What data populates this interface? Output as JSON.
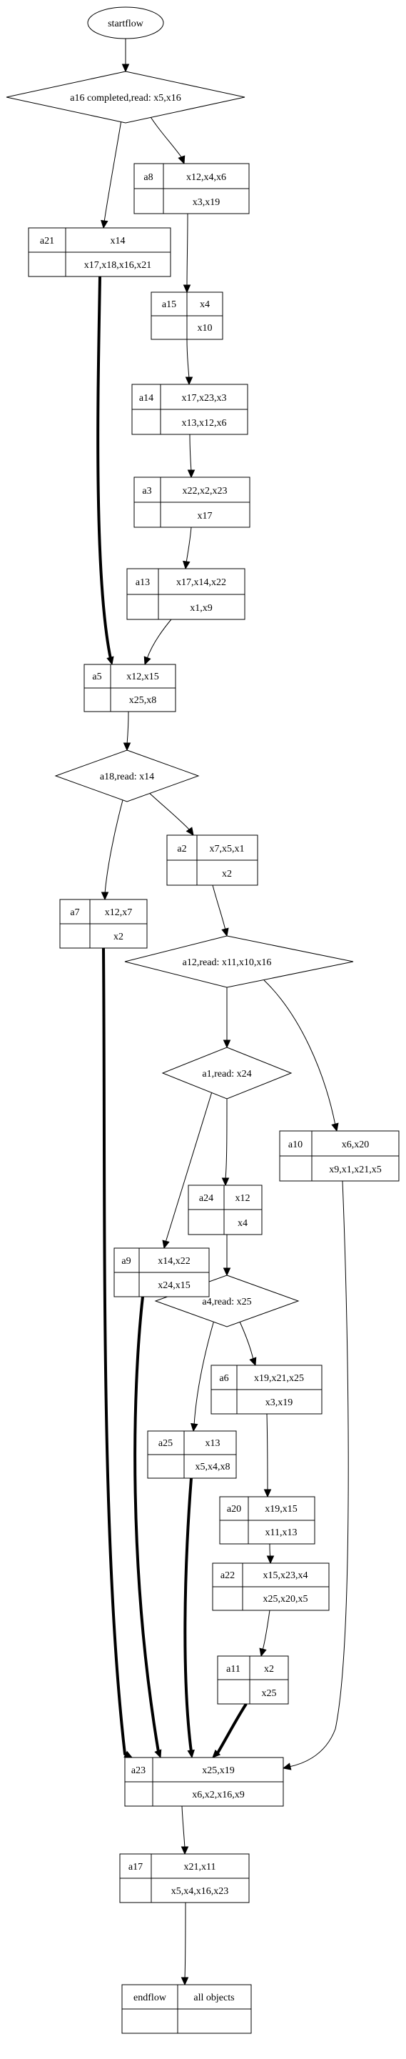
{
  "diagram": {
    "start": "startflow",
    "decisions": {
      "a16": "a16 completed,read: x5,x16",
      "a18": "a18,read: x14",
      "a12": "a12,read: x11,x10,x16",
      "a1": "a1,read: x24",
      "a4": "a4,read: x25"
    },
    "nodes": {
      "a8": {
        "id": "a8",
        "top": "x12,x4,x6",
        "bottom": "x3,x19"
      },
      "a21": {
        "id": "a21",
        "top": "x14",
        "bottom": "x17,x18,x16,x21"
      },
      "a15": {
        "id": "a15",
        "top": "x4",
        "bottom": "x10"
      },
      "a14": {
        "id": "a14",
        "top": "x17,x23,x3",
        "bottom": "x13,x12,x6"
      },
      "a3": {
        "id": "a3",
        "top": "x22,x2,x23",
        "bottom": "x17"
      },
      "a13": {
        "id": "a13",
        "top": "x17,x14,x22",
        "bottom": "x1,x9"
      },
      "a5": {
        "id": "a5",
        "top": "x12,x15",
        "bottom": "x25,x8"
      },
      "a2": {
        "id": "a2",
        "top": "x7,x5,x1",
        "bottom": "x2"
      },
      "a7": {
        "id": "a7",
        "top": "x12,x7",
        "bottom": "x2"
      },
      "a10": {
        "id": "a10",
        "top": "x6,x20",
        "bottom": "x9,x1,x21,x5"
      },
      "a24": {
        "id": "a24",
        "top": "x12",
        "bottom": "x4"
      },
      "a9": {
        "id": "a9",
        "top": "x14,x22",
        "bottom": "x24,x15"
      },
      "a6": {
        "id": "a6",
        "top": "x19,x21,x25",
        "bottom": "x3,x19"
      },
      "a25": {
        "id": "a25",
        "top": "x13",
        "bottom": "x5,x4,x8"
      },
      "a20": {
        "id": "a20",
        "top": "x19,x15",
        "bottom": "x11,x13"
      },
      "a22": {
        "id": "a22",
        "top": "x15,x23,x4",
        "bottom": "x25,x20,x5"
      },
      "a11": {
        "id": "a11",
        "top": "x2",
        "bottom": "x25"
      },
      "a23": {
        "id": "a23",
        "top": "x25,x19",
        "bottom": "x6,x2,x16,x9"
      },
      "a17": {
        "id": "a17",
        "top": "x21,x11",
        "bottom": "x5,x4,x16,x23"
      }
    },
    "end": {
      "id": "endflow",
      "label": "all objects"
    }
  }
}
